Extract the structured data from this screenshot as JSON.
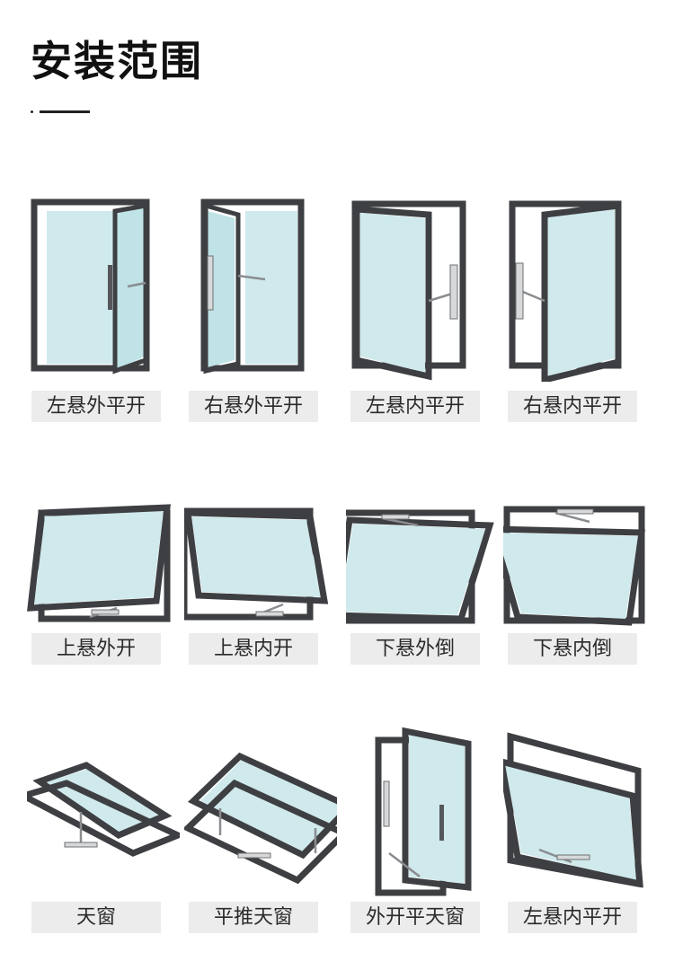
{
  "page": {
    "title": "安装范围"
  },
  "items": [
    {
      "label": "左悬外平开",
      "icon": "left-hung-outward-casement-window"
    },
    {
      "label": "右悬外平开",
      "icon": "right-hung-outward-casement-window"
    },
    {
      "label": "左悬内平开",
      "icon": "left-hung-inward-casement-window"
    },
    {
      "label": "右悬内平开",
      "icon": "right-hung-inward-casement-window"
    },
    {
      "label": "上悬外开",
      "icon": "top-hung-outward-window"
    },
    {
      "label": "上悬内开",
      "icon": "top-hung-inward-window"
    },
    {
      "label": "下悬外倒",
      "icon": "bottom-hung-outward-tilt-window"
    },
    {
      "label": "下悬内倒",
      "icon": "bottom-hung-inward-tilt-window"
    },
    {
      "label": "天窗",
      "icon": "skylight-window"
    },
    {
      "label": "平推天窗",
      "icon": "parallel-push-skylight-window"
    },
    {
      "label": "外开平天窗",
      "icon": "outward-flat-skylight-window"
    },
    {
      "label": "左悬内平开",
      "icon": "left-hung-inward-window-variant"
    }
  ],
  "colors": {
    "frame": "#3e3f42",
    "glass": "#cfe9ec",
    "label_bg": "#ececec",
    "title": "#111111"
  }
}
